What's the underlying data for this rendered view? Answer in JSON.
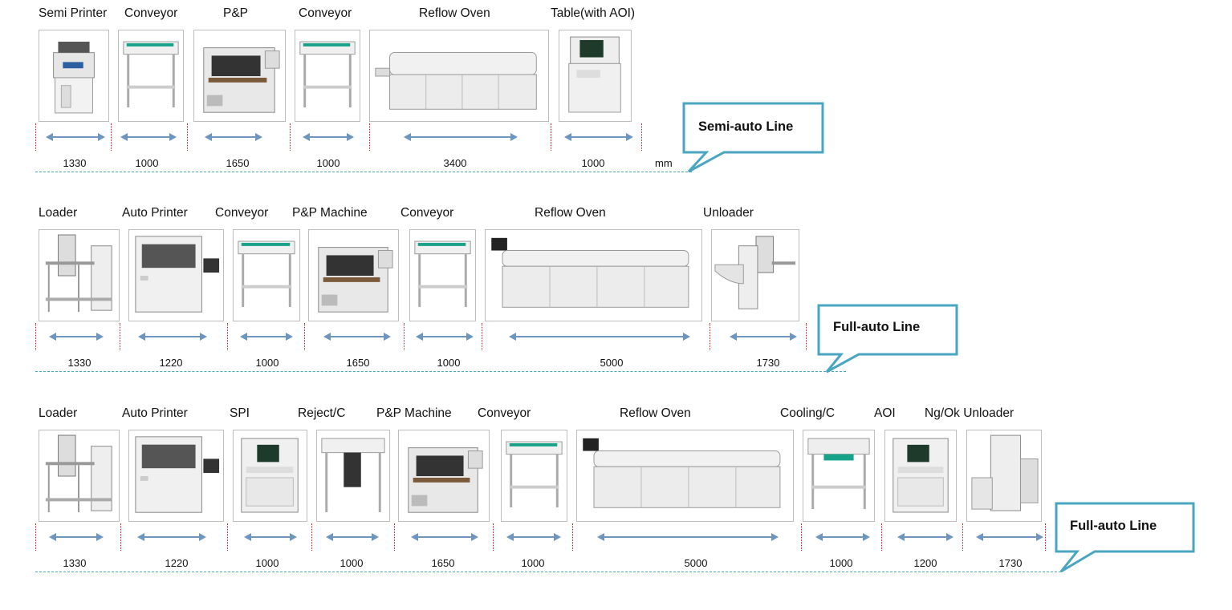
{
  "unit": "mm",
  "rows": [
    {
      "callout": "Semi-auto Line",
      "labels": [
        "Semi Printer",
        "Conveyor",
        "P&P",
        "Conveyor",
        "Reflow Oven",
        "Table(with AOI)"
      ],
      "dimensions": [
        "1330",
        "1000",
        "1650",
        "1000",
        "3400",
        "1000"
      ]
    },
    {
      "callout": "Full-auto Line",
      "labels": [
        "Loader",
        "Auto Printer",
        "Conveyor",
        "P&P Machine",
        "Conveyor",
        "Reflow Oven",
        "Unloader"
      ],
      "dimensions": [
        "1330",
        "1220",
        "1000",
        "1650",
        "1000",
        "5000",
        "1730"
      ]
    },
    {
      "callout": "Full-auto Line",
      "labels": [
        "Loader",
        "Auto Printer",
        "SPI",
        "Reject/C",
        "P&P Machine",
        "Conveyor",
        "Reflow Oven",
        "Cooling/C",
        "AOI",
        "Ng/Ok Unloader"
      ],
      "dimensions": [
        "1330",
        "1220",
        "1000",
        "1000",
        "1650",
        "1000",
        "5000",
        "1000",
        "1200",
        "1730"
      ]
    }
  ],
  "colors": {
    "separator": "#d21f1f",
    "arrow": "#6d95bf",
    "baseline": "#4aa6c0",
    "callout_border": "#4aa6c0",
    "machine_body": "#eeeeee",
    "machine_accent": "#19a28a"
  },
  "icons": [
    "printer-machine-icon",
    "conveyor-machine-icon",
    "pick-and-place-machine-icon",
    "reflow-oven-icon",
    "inspection-machine-icon",
    "loader-machine-icon"
  ]
}
